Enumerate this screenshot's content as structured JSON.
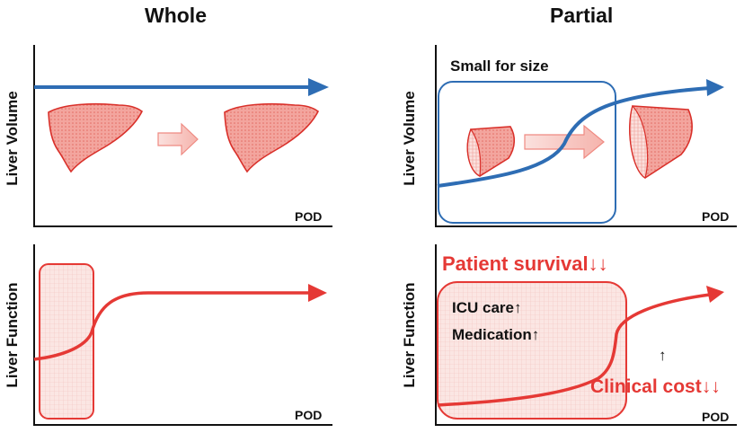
{
  "titles": {
    "left": "Whole",
    "right": "Partial"
  },
  "axes": {
    "volume_label": "Liver Volume",
    "function_label": "Liver Function",
    "x_label": "POD"
  },
  "annotations": {
    "small_for_size": "Small for size",
    "patient_survival": "Patient survival↓↓",
    "icu_care": "ICU care↑",
    "medication": "Medication↑",
    "up_arrow": "↑",
    "clinical_cost": "Clinical cost↓↓"
  },
  "colors": {
    "axis": "#111111",
    "blue": "#2e6db4",
    "red": "#e53935",
    "liver_fill": "#f08e86",
    "liver_stroke": "#d9302a",
    "box_fill": "#fbe1de"
  }
}
